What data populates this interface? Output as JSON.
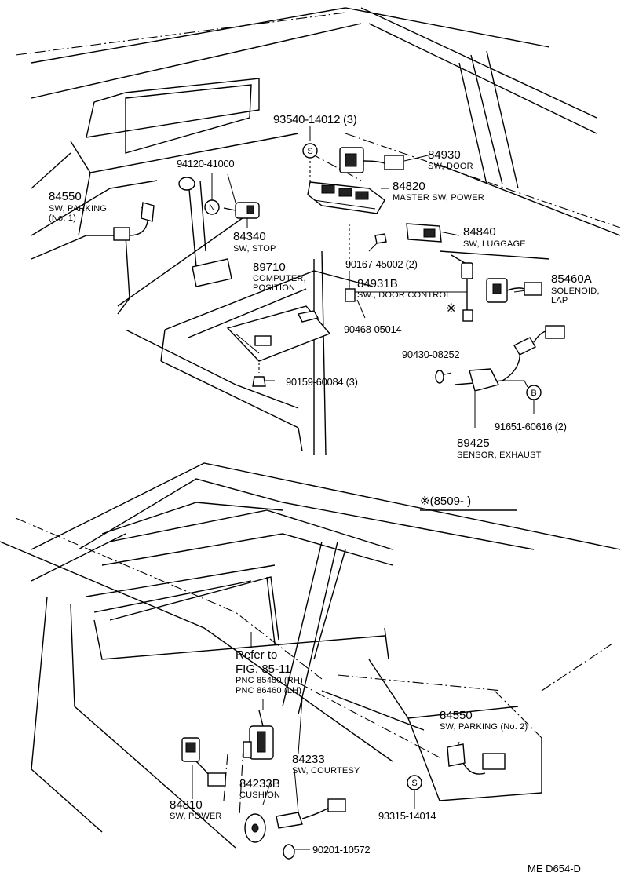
{
  "diagram": {
    "upper": {
      "p93540": {
        "num": "93540-14012 (3)"
      },
      "p84930": {
        "num": "84930",
        "desc": "SW, DOOR"
      },
      "p94120": {
        "num": "94120-41000"
      },
      "p84820": {
        "num": "84820",
        "desc": "MASTER SW, POWER"
      },
      "p84550a": {
        "num": "84550",
        "desc1": "SW, PARKING",
        "desc2": "(No. 1)"
      },
      "p84340": {
        "num": "84340",
        "desc": "SW, STOP"
      },
      "p84840": {
        "num": "84840",
        "desc": "SW, LUGGAGE"
      },
      "p89710": {
        "num": "89710",
        "desc1": "COMPUTER,",
        "desc2": "POSITION"
      },
      "p90167": {
        "num": "90167-45002 (2)"
      },
      "p84931": {
        "num": "84931B",
        "desc": "SW., DOOR CONTROL"
      },
      "p85460": {
        "num": "85460A",
        "desc1": "SOLENOID,",
        "desc2": "LAP"
      },
      "p90468": {
        "num": "90468-05014"
      },
      "p90430": {
        "num": "90430-08252"
      },
      "p90159": {
        "num": "90159-60084 (3)"
      },
      "p91651": {
        "num": "91651-60616 (2)"
      },
      "p89425": {
        "num": "89425",
        "desc": "SENSOR, EXHAUST"
      },
      "symbols": {
        "S": "S",
        "N": "N",
        "B": "B",
        "mark": "※"
      },
      "note": "※(8509-        )"
    },
    "lower": {
      "refer1": "Refer to",
      "refer2": "FIG. 85-11",
      "pnc1": "PNC 85450 (RH)",
      "pnc2": "PNC 86460 (LH)",
      "p84550b": {
        "num": "84550",
        "desc": "SW, PARKING (No. 2)"
      },
      "p84233": {
        "num": "84233",
        "desc": "SW, COURTESY"
      },
      "p84233b": {
        "num": "84233B",
        "desc": "CUSHION"
      },
      "p84810": {
        "num": "84810",
        "desc": "SW, POWER"
      },
      "p93315": {
        "num": "93315-14014"
      },
      "p90201": {
        "num": "90201-10572"
      },
      "symbols": {
        "S": "S"
      }
    },
    "footer": "ME  D654-D"
  }
}
